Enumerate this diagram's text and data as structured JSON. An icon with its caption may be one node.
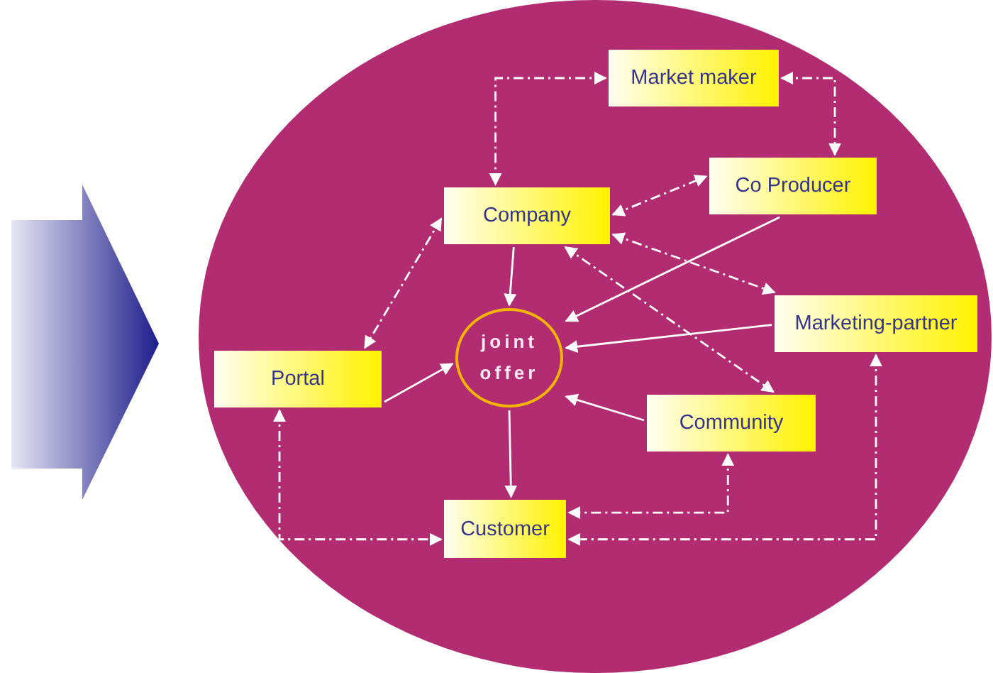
{
  "diagram": {
    "nodes": [
      {
        "text": [],
        "shape": "ellipse"
      },
      {
        "text": [
          "Market maker"
        ],
        "in": 0
      },
      {
        "text": [
          "Company"
        ],
        "in": 0
      },
      {
        "text": [
          "Co Producer"
        ],
        "in": 0
      },
      {
        "text": [
          "joint offer"
        ],
        "in": 0
      },
      {
        "text": [
          "Portal"
        ],
        "in": 0
      },
      {
        "text": [
          "Marketing-partner"
        ],
        "in": 0
      },
      {
        "text": [
          "Community"
        ],
        "in": 0
      },
      {
        "text": [
          "Customer"
        ],
        "in": 0
      }
    ],
    "edges": [
      {
        "from": null,
        "to": 0,
        "arrow": "to",
        "style": "thick"
      },
      {
        "from": 1,
        "to": 2,
        "arrow": "both",
        "style": "dashed"
      },
      {
        "from": 1,
        "to": 3,
        "arrow": "both",
        "style": "dashed"
      },
      {
        "from": 2,
        "to": 3,
        "arrow": "both",
        "style": "dashed"
      },
      {
        "from": 2,
        "to": 5,
        "arrow": "both",
        "style": "dashed"
      },
      {
        "from": 2,
        "to": 6,
        "arrow": "both",
        "style": "dashed"
      },
      {
        "from": 2,
        "to": 7,
        "arrow": "both",
        "style": "dashed"
      },
      {
        "from": 2,
        "to": 4,
        "arrow": "to"
      },
      {
        "from": 3,
        "to": 4,
        "arrow": "to"
      },
      {
        "from": 6,
        "to": 4,
        "arrow": "to"
      },
      {
        "from": 7,
        "to": 4,
        "arrow": "to"
      },
      {
        "from": 5,
        "to": 4,
        "arrow": "to"
      },
      {
        "from": 4,
        "to": 8,
        "arrow": "to"
      },
      {
        "from": 5,
        "to": 8,
        "arrow": "both",
        "style": "dashed"
      },
      {
        "from": 7,
        "to": 8,
        "arrow": "both",
        "style": "dashed"
      },
      {
        "from": 6,
        "to": 8,
        "arrow": "both",
        "style": "dashed"
      }
    ]
  }
}
